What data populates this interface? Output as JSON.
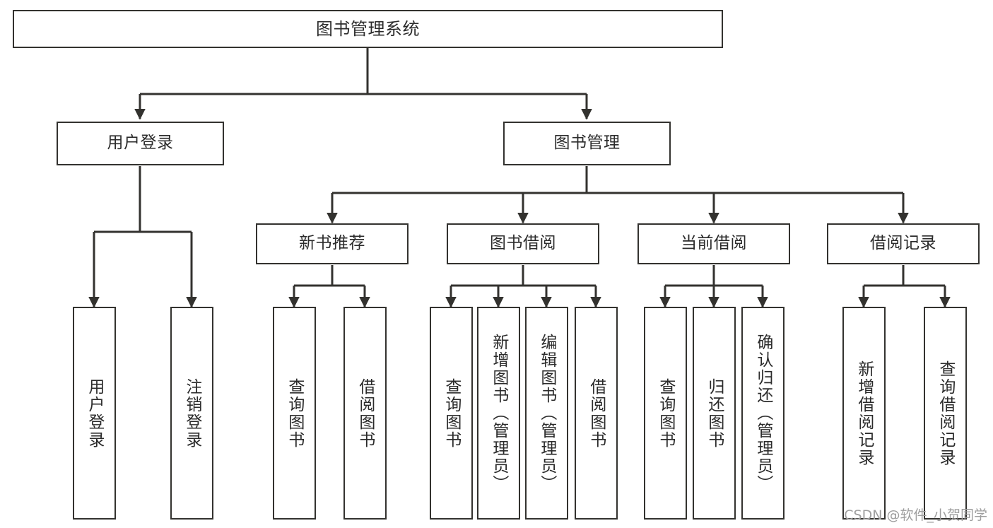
{
  "diagram": {
    "type": "tree",
    "title": "图书管理系统",
    "background_color": "#ffffff",
    "stroke_color": "#33322f",
    "text_color": "#2b2b2b",
    "watermark": "CSDN @软件_小贺同学",
    "nodes": {
      "root": {
        "label": "图书管理系统"
      },
      "level1": [
        {
          "label": "用户登录"
        },
        {
          "label": "图书管理"
        }
      ],
      "level2": [
        {
          "label": "新书推荐"
        },
        {
          "label": "图书借阅"
        },
        {
          "label": "当前借阅"
        },
        {
          "label": "借阅记录"
        }
      ],
      "leaves_user_login": [
        {
          "label": "用户登录"
        },
        {
          "label": "注销登录"
        }
      ],
      "leaves_new_book": [
        {
          "label": "查询图书"
        },
        {
          "label": "借阅图书"
        }
      ],
      "leaves_borrow": [
        {
          "label": "查询图书"
        },
        {
          "label": "新增图书（管理员）"
        },
        {
          "label": "编辑图书（管理员）"
        },
        {
          "label": "借阅图书"
        }
      ],
      "leaves_current": [
        {
          "label": "查询图书"
        },
        {
          "label": "归还图书"
        },
        {
          "label": "确认归还（管理员）"
        }
      ],
      "leaves_records": [
        {
          "label": "新增借阅记录"
        },
        {
          "label": "查询借阅记录"
        }
      ]
    }
  }
}
